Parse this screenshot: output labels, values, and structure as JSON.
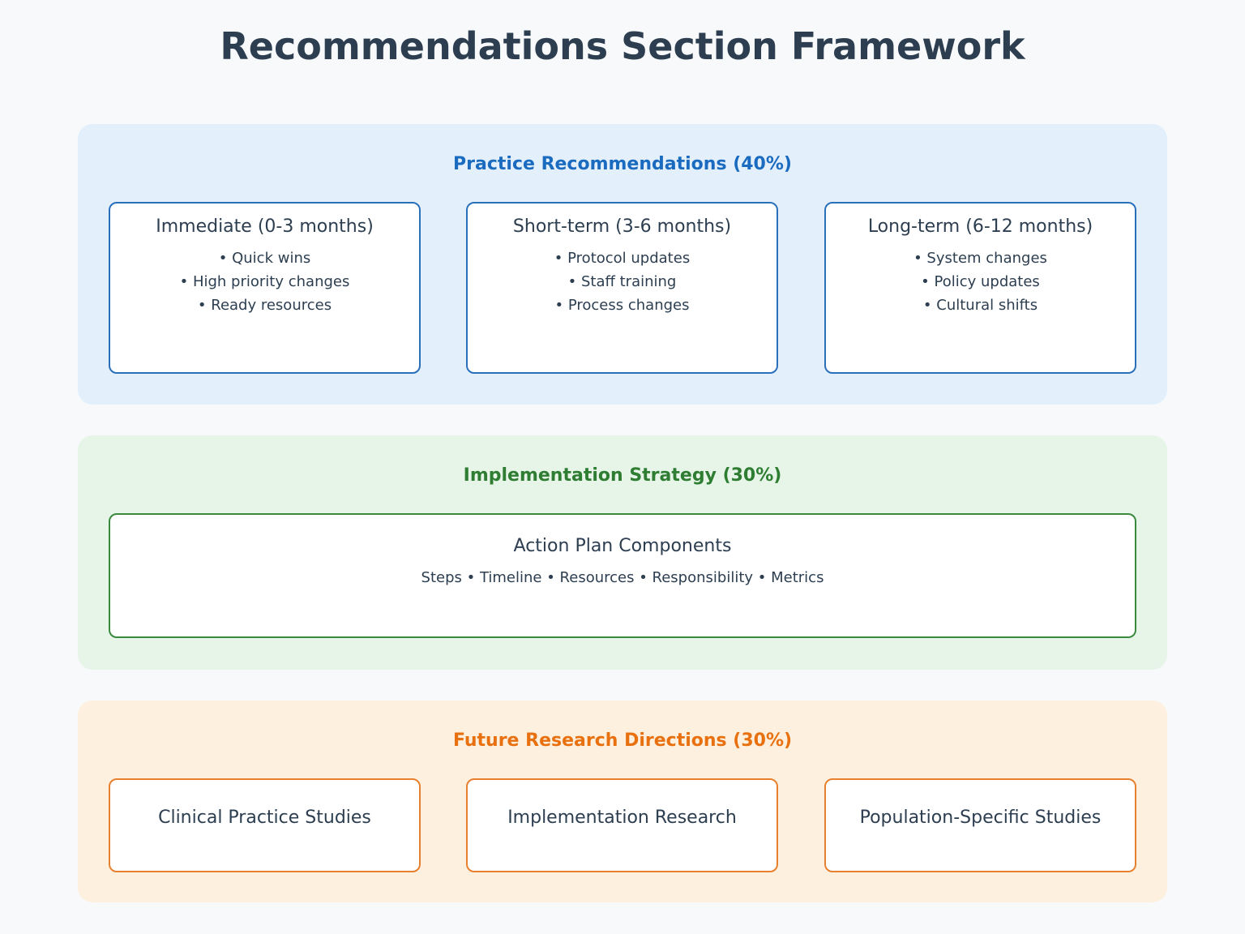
{
  "title": "Recommendations Section Framework",
  "sections": {
    "practice": {
      "title": "Practice Recommendations (40%)",
      "color": "#1a6bbf",
      "boxes": [
        {
          "title": "Immediate (0-3 months)",
          "items": [
            "• Quick wins",
            "• High priority changes",
            "• Ready resources"
          ]
        },
        {
          "title": "Short-term (3-6 months)",
          "items": [
            "• Protocol updates",
            "• Staff training",
            "• Process changes"
          ]
        },
        {
          "title": "Long-term (6-12 months)",
          "items": [
            "• System changes",
            "• Policy updates",
            "• Cultural shifts"
          ]
        }
      ]
    },
    "implementation": {
      "title": "Implementation Strategy (30%)",
      "color": "#2e7d32",
      "box": {
        "title": "Action Plan Components",
        "items": "Steps • Timeline • Resources • Responsibility • Metrics"
      }
    },
    "research": {
      "title": "Future Research Directions (30%)",
      "color": "#e8700f",
      "boxes": [
        {
          "title": "Clinical Practice Studies"
        },
        {
          "title": "Implementation Research"
        },
        {
          "title": "Population-Specific Studies"
        }
      ]
    }
  }
}
